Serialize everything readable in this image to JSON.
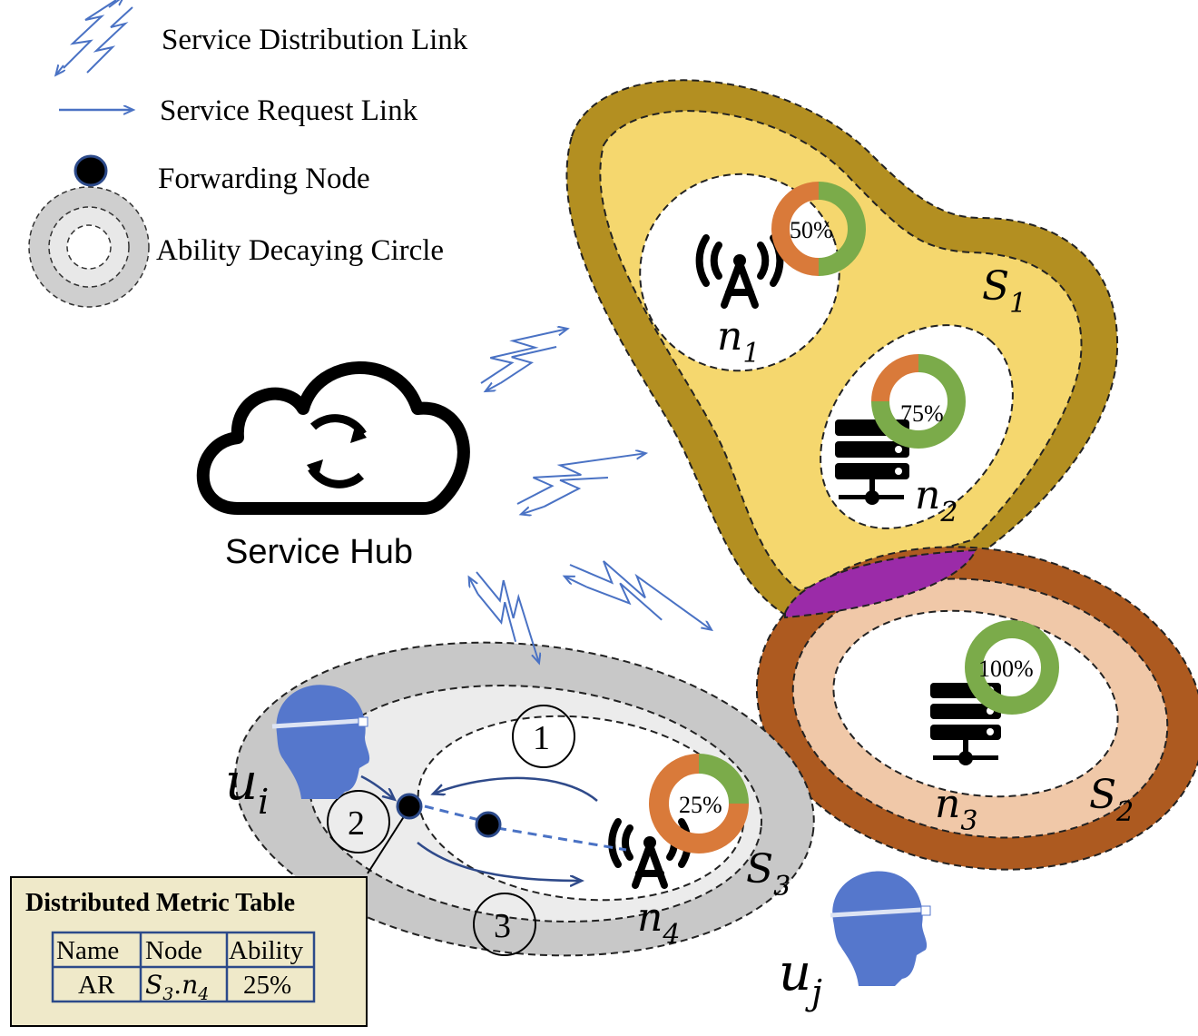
{
  "legend": {
    "distribution_link": "Service Distribution Link",
    "request_link": "Service Request  Link",
    "forwarding_node": "Forwarding Node",
    "ability_circle": "Ability Decaying Circle"
  },
  "hub": {
    "label": "Service Hub",
    "icon": "cloud-sync-icon"
  },
  "regions": {
    "s1": {
      "label": "S",
      "sub": "1",
      "outer_color": "#b38f21",
      "inner_color": "#f5d76e"
    },
    "s2": {
      "label": "S",
      "sub": "2",
      "outer_color": "#ad5a20",
      "inner_color": "#f0c8a8"
    },
    "s3": {
      "label": "S",
      "sub": "3",
      "outer_color": "#c8c8c8",
      "inner_color": "#ececec"
    },
    "overlap_color": "#9b2ba8"
  },
  "nodes": {
    "n1": {
      "label": "n",
      "sub": "1",
      "ability": "50%",
      "ability_value": 50,
      "icon": "antenna-tower-icon"
    },
    "n2": {
      "label": "n",
      "sub": "2",
      "ability": "75%",
      "ability_value": 75,
      "icon": "server-rack-icon"
    },
    "n3": {
      "label": "n",
      "sub": "3",
      "ability": "100%",
      "ability_value": 100,
      "icon": "server-rack-icon"
    },
    "n4": {
      "label": "n",
      "sub": "4",
      "ability": "25%",
      "ability_value": 25,
      "icon": "antenna-tower-icon"
    }
  },
  "users": {
    "ui": {
      "label": "u",
      "sub": "i",
      "icon": "user-ar-glasses-icon"
    },
    "uj": {
      "label": "u",
      "sub": "j",
      "icon": "user-ar-glasses-icon"
    }
  },
  "steps": [
    "1",
    "2",
    "3"
  ],
  "colors": {
    "link": "#4a72c4",
    "used": "#d97a3a",
    "free": "#7bab4a",
    "dark_path": "#2f4a8a"
  },
  "table": {
    "title": "Distributed Metric Table",
    "headers": [
      "Name",
      "Node",
      "Ability"
    ],
    "row": {
      "name": "AR",
      "node_s": "S",
      "node_s_sub": "3",
      "node_sep": ".",
      "node_n": "n",
      "node_n_sub": "4",
      "ability": "25%"
    }
  }
}
